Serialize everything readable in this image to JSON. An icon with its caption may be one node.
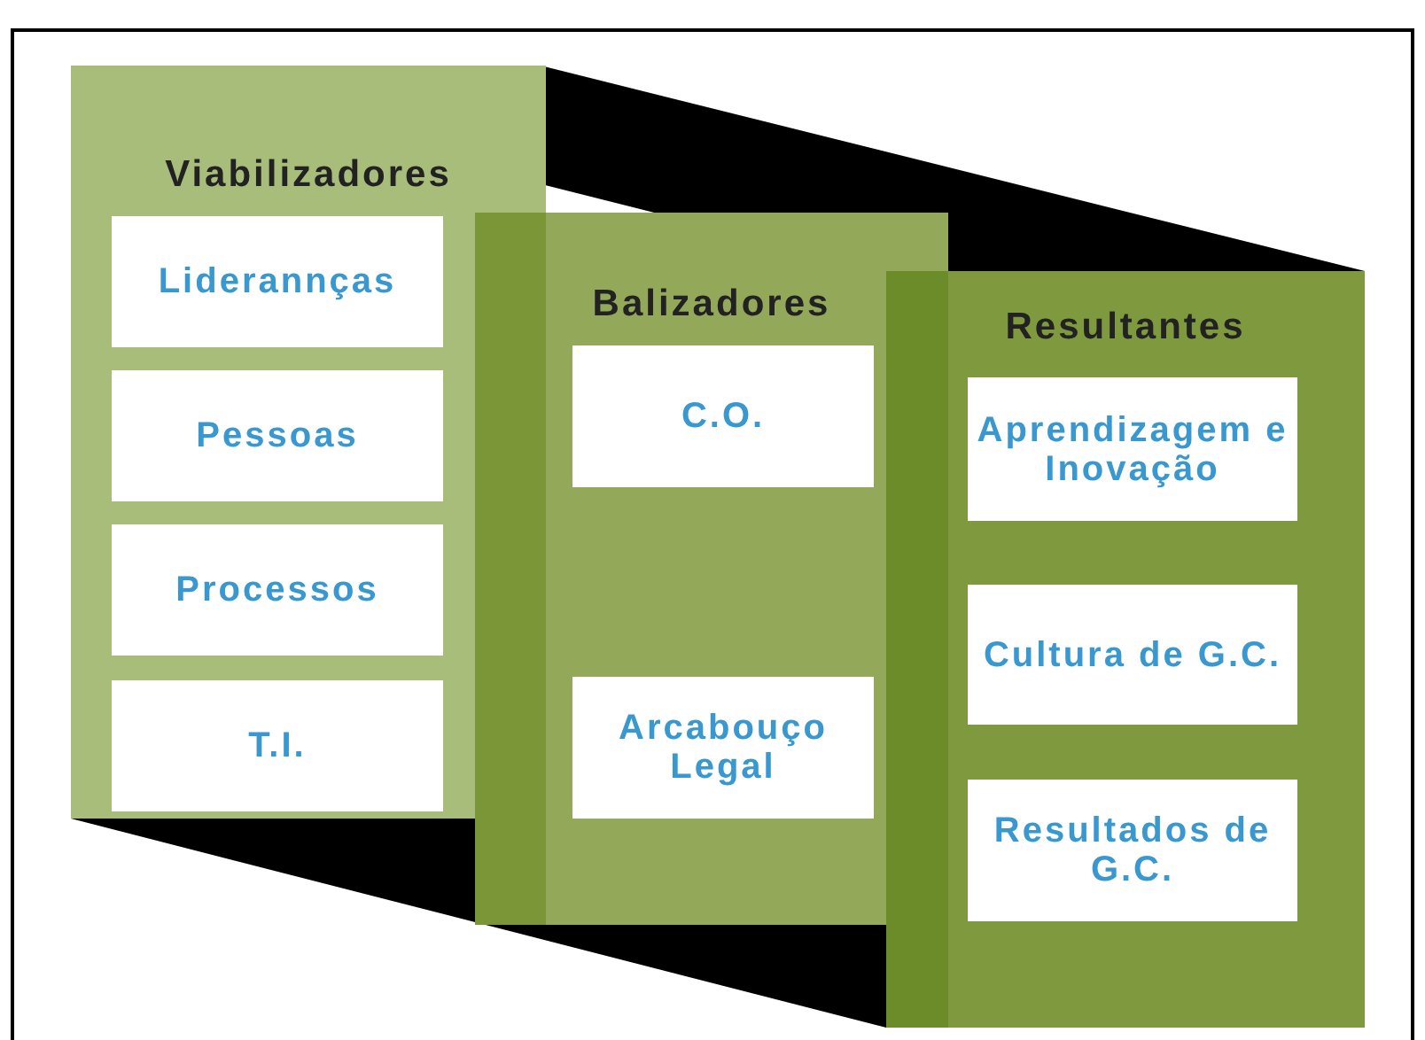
{
  "diagram": {
    "nodes": [
      {
        "text": [
          "Viabilizadores"
        ]
      },
      {
        "text": [
          "Liderannças"
        ],
        "in": 0
      },
      {
        "text": [
          "Pessoas"
        ],
        "in": 0
      },
      {
        "text": [
          "Processos"
        ],
        "in": 0
      },
      {
        "text": [
          "T.I."
        ],
        "in": 0
      },
      {
        "text": [
          "Balizadores"
        ]
      },
      {
        "text": [
          "C.O."
        ],
        "in": 5
      },
      {
        "text": [
          "Arcabouço Legal"
        ],
        "in": 5
      },
      {
        "text": [
          "Resultantes"
        ]
      },
      {
        "text": [
          "Aprendizagem e Inovação"
        ],
        "in": 8
      },
      {
        "text": [
          "Cultura de G.C."
        ],
        "in": 8
      },
      {
        "text": [
          "Resultados de G.C."
        ],
        "in": 8
      }
    ],
    "edges": []
  }
}
